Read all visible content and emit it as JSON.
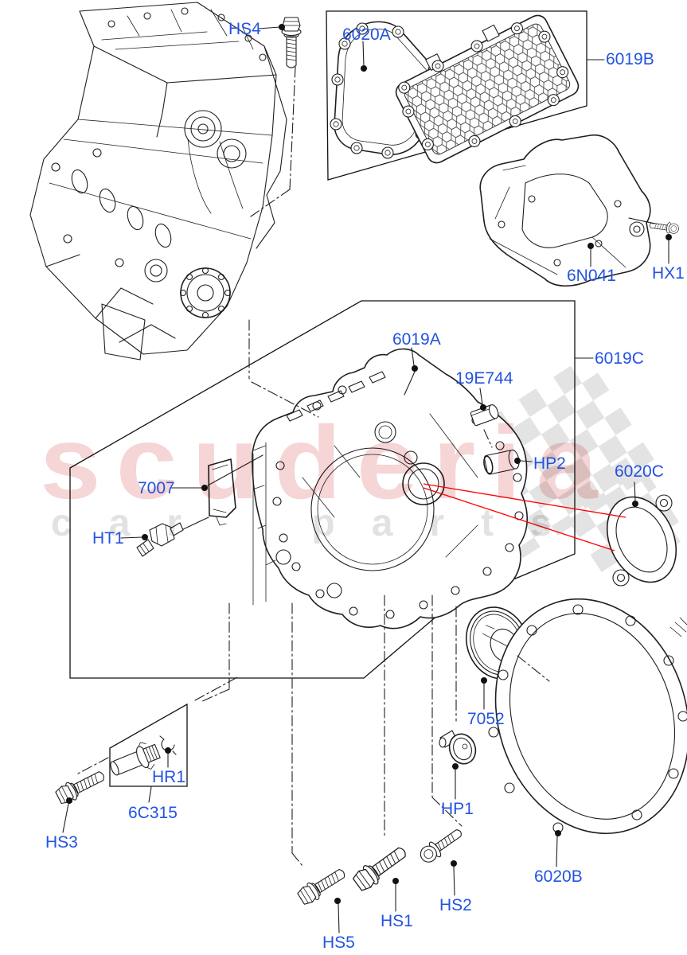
{
  "watermark": {
    "brand": "scuderia",
    "tagline": "car parts"
  },
  "labels": {
    "hs4": "HS4",
    "g6020a": "6020A",
    "g6019b": "6019B",
    "g6n041": "6N041",
    "hx1": "HX1",
    "g6019a": "6019A",
    "g19e744": "19E744",
    "g6019c": "6019C",
    "hp2": "HP2",
    "g6020c": "6020C",
    "g7007": "7007",
    "ht1": "HT1",
    "g7052": "7052",
    "hp1": "HP1",
    "g6020b": "6020B",
    "hr1": "HR1",
    "g6c315": "6C315",
    "hs3": "HS3",
    "hs5": "HS5",
    "hs1": "HS1",
    "hs2": "HS2"
  },
  "colors": {
    "label_blue": "#2353e0",
    "callout_red": "#ff0000",
    "line": "#1f1f1f",
    "watermark_pink": "rgba(214,88,88,0.25)",
    "watermark_gray": "rgba(95,95,95,0.18)",
    "checker_gray": "#e3e3e3"
  }
}
